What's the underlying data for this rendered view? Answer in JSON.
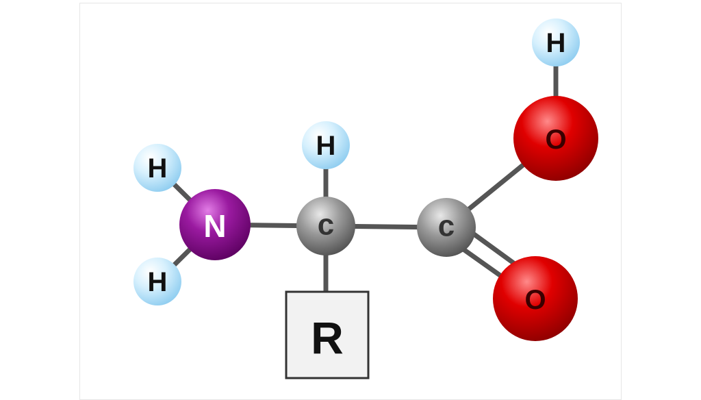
{
  "molecule": {
    "atoms": {
      "h_amine_top": "H",
      "h_amine_bottom": "H",
      "nitrogen": "N",
      "h_alpha": "H",
      "alpha_carbon": "c",
      "carboxyl_carbon": "c",
      "oxygen_hydroxyl": "O",
      "h_hydroxyl": "H",
      "oxygen_carbonyl": "O"
    },
    "side_chain": "R"
  },
  "colors": {
    "hydrogen": "#bfe6fb",
    "nitrogen": "#8a0e8c",
    "carbon": "#8c8c8c",
    "oxygen": "#d40000",
    "bond": "#555555"
  }
}
